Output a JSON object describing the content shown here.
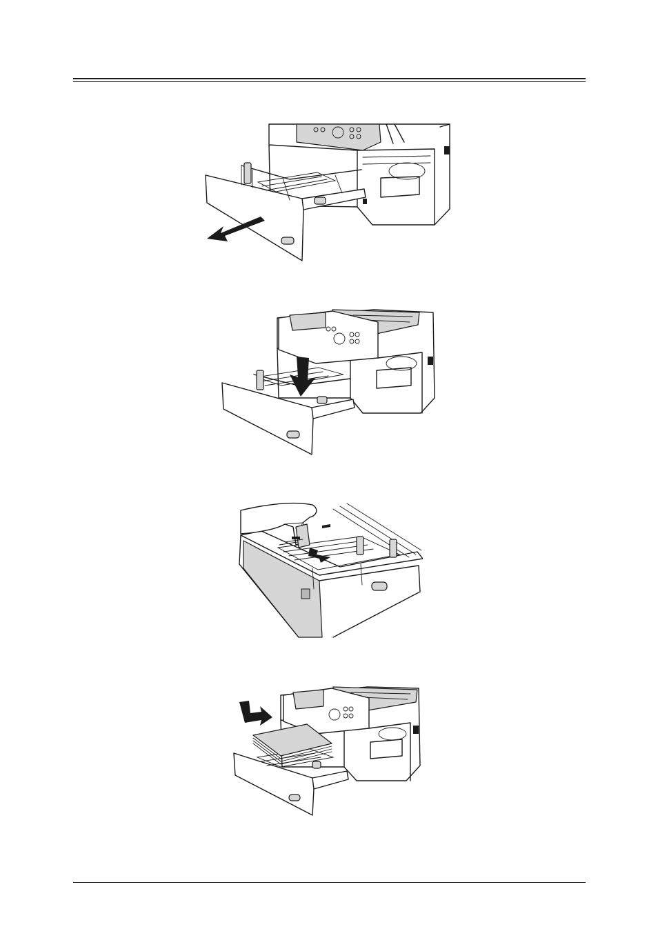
{
  "page": {
    "figures": [
      {
        "label": "",
        "icon": "pull-out-tray-illustration"
      },
      {
        "label": "",
        "icon": "press-down-plate-illustration"
      },
      {
        "label": "",
        "icon": "adjust-paper-guide-illustration"
      },
      {
        "label": "",
        "icon": "load-paper-illustration"
      }
    ]
  }
}
